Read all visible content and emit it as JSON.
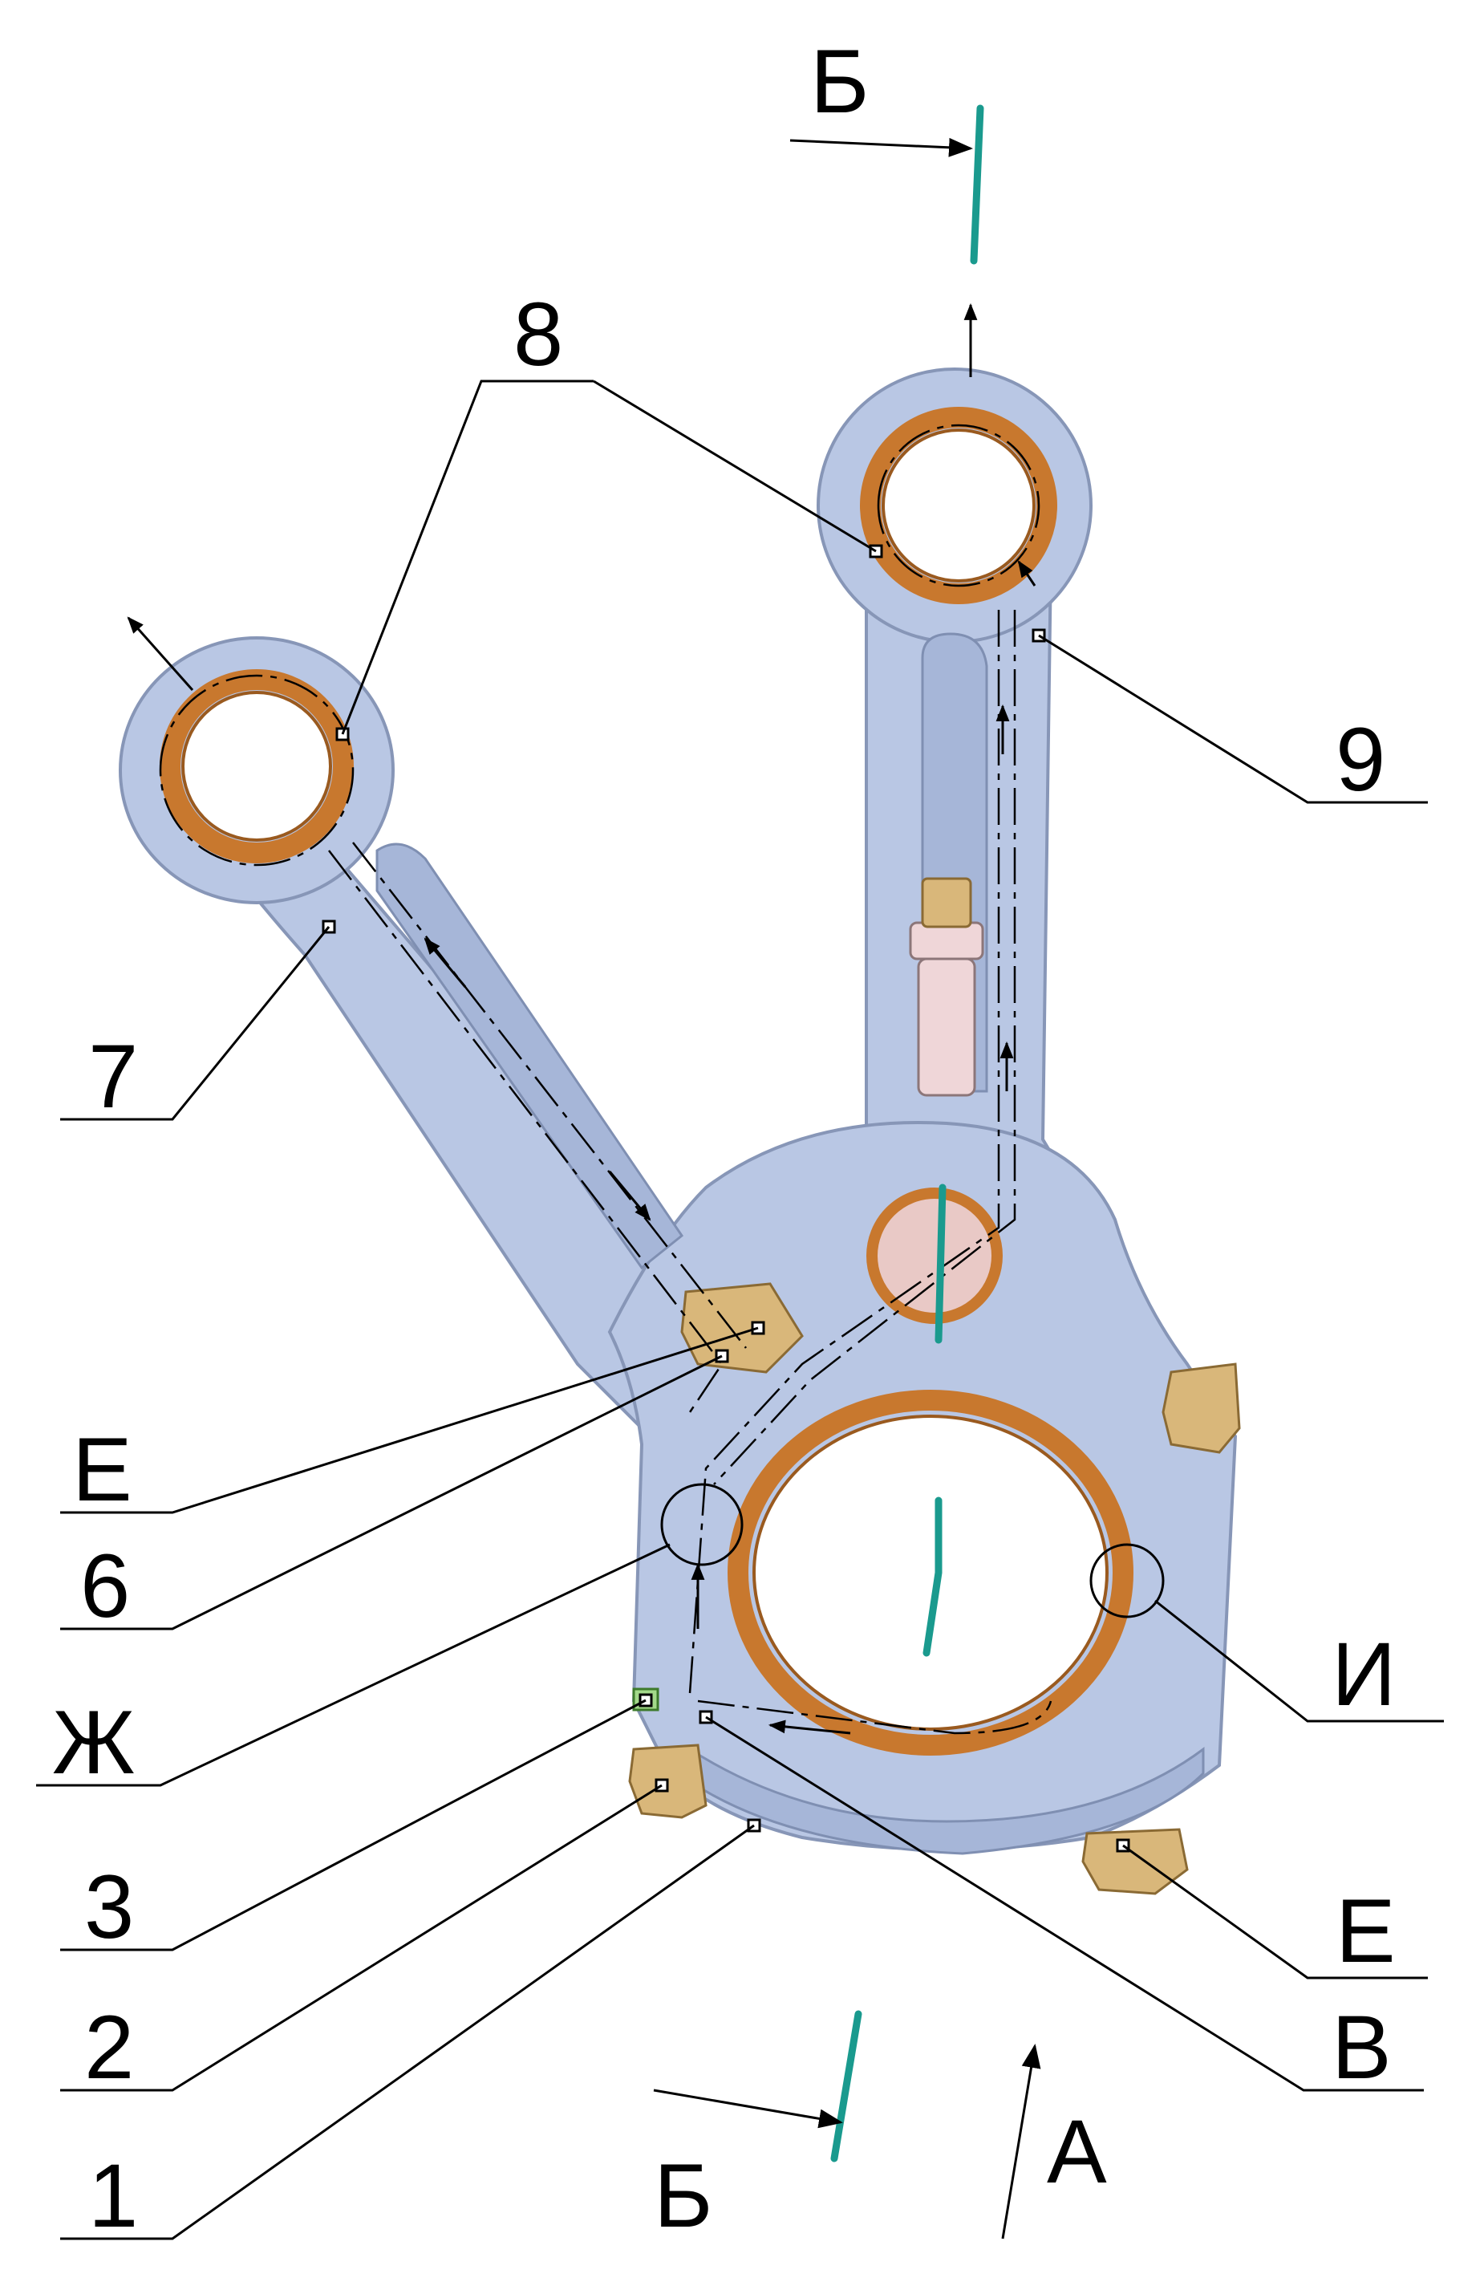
{
  "labels": {
    "section_top": "Б",
    "section_bottom": "Б",
    "view_a": "А",
    "l1": "1",
    "l2": "2",
    "l3": "3",
    "l6": "6",
    "l7": "7",
    "l8": "8",
    "l9": "9",
    "lE_left": "Е",
    "lE_right": "Е",
    "lZh": "Ж",
    "lI": "И",
    "lV": "В"
  },
  "colors": {
    "body": "#b9c7e4",
    "bushing": "#c8782e",
    "nut": "#d9b77a",
    "section_line": "#1a9a8e"
  }
}
